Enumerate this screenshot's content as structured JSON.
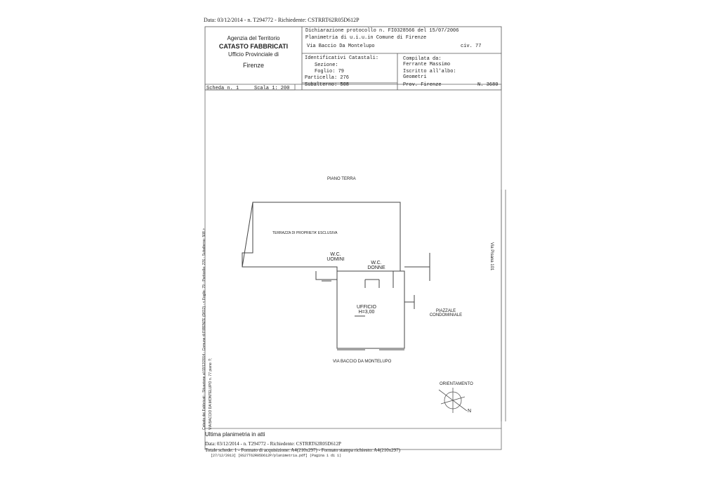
{
  "header": {
    "top_line": "Data: 03/12/2014 - n. T294772 - Richiedente: CSTRRT62R05D612P",
    "agency": {
      "line1": "Agenzia del Territorio",
      "line2": "CATASTO FABBRICATI",
      "line3": "Ufficio Provinciale di",
      "line4": "Firenze"
    },
    "protocol": "Dichiarazione protocollo n. FI0328566 del 15/07/2006",
    "planimetria": "Planimetria di u.i.u.in Comune di Firenze",
    "address": "Via Baccio Da Montelupo",
    "civ": "civ. 77",
    "cadastral_label": "Identificativi Catastali:",
    "sezione": "Sezione:",
    "foglio": "Foglio: 79",
    "particella": "Particella: 276",
    "subalterno": "Subalterno: 508",
    "compilata_label": "Compilata da:",
    "compilata_name": "Ferrante Massimo",
    "iscritto_label": "Iscritto all'albo:",
    "iscritto_value": "Geometri",
    "prov": "Prov. Firenze",
    "numero": "N. 3680",
    "scheda": "Scheda n. 1",
    "scala": "Scala 1: 200"
  },
  "plan": {
    "floor_label": "PIANO TERRA",
    "terrace": "TERRAZZA DI PROPRIETA' ESCLUSIVA",
    "wc_men_1": "W.C.",
    "wc_men_2": "UOMINI",
    "wc_women_1": "W.C.",
    "wc_women_2": "DONNE",
    "office_1": "UFFICIO",
    "office_2": "H=3,00",
    "piazzale_1": "PIAZZALE",
    "piazzale_2": "CONDOMINIALE",
    "street": "VIA BACCIO DA MONTELUPO",
    "orientation": "ORIENTAMENTO",
    "north": "N",
    "right_margin": "Via Pisana 101",
    "left_margin_1": "Catasto dei Fabbricati - Situazione al 03/12/2014 - Comune di FIRENZE (D612) - < Foglio: 79 - Particella: 276 - Subalterno: 508 >",
    "left_margin_2": "VIA BACCIO DA MONTELUPO n. 77 piano: T;"
  },
  "footer": {
    "last": "Ultima planimetria in atti",
    "line1": "Data: 03/12/2014 - n. T294772 - Richiedente: CSTRRT62R05D612P",
    "line2": "Totale schede: 1 - Formato di acquisizione: A4(210x297) - Formato stampa richiesto: A4(210x297)",
    "line3": "[27/12/2013] [0S27T62R05D612P/planimetria.pdf] (Pagina 1 di 1)"
  }
}
